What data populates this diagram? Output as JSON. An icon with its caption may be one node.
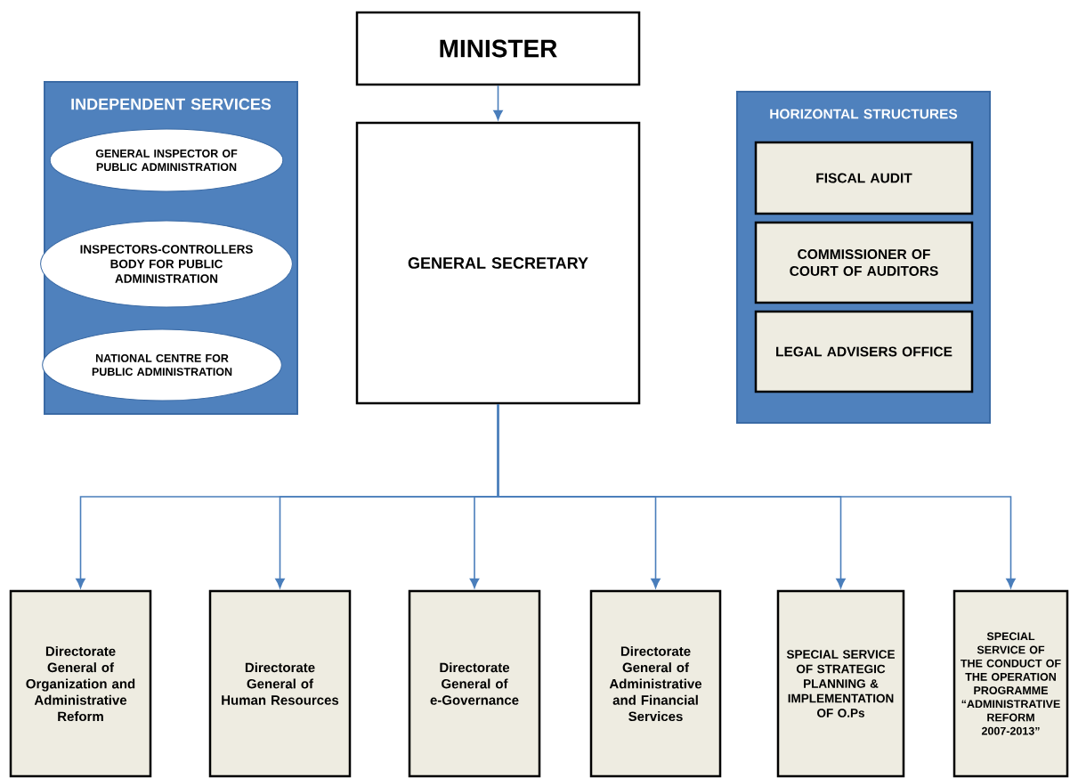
{
  "diagram": {
    "nodes": [
      {
        "text": [
          "MINISTER"
        ]
      },
      {
        "text": [
          "GENERAL SECRETARY"
        ]
      },
      {
        "text": [
          "INDEPENDENT SERVICES"
        ]
      },
      {
        "text": [
          "GENERAL INSPECTOR OF PUBLIC ADMINISTRATION"
        ],
        "in": 2
      },
      {
        "text": [
          "INSPECTORS-CONTROLLERS BODY FOR PUBLIC ADMINISTRATION"
        ],
        "in": 2
      },
      {
        "text": [
          "NATIONAL CENTRE FOR PUBLIC ADMINISTRATION"
        ],
        "in": 2
      },
      {
        "text": [
          "HORIZONTAL STRUCTURES"
        ]
      },
      {
        "text": [
          "FISCAL AUDIT"
        ],
        "in": 6
      },
      {
        "text": [
          "COMMISSIONER OF COURT OF AUDITORS"
        ],
        "in": 6
      },
      {
        "text": [
          "LEGAL ADVISERS OFFICE"
        ],
        "in": 6
      },
      {
        "text": [
          "Directorate General of Organization and Administrative Reform"
        ]
      },
      {
        "text": [
          "Directorate General of Human Resources"
        ]
      },
      {
        "text": [
          "Directorate General of e-Governance"
        ]
      },
      {
        "text": [
          "Directorate General of Administrative and Financial Services"
        ]
      },
      {
        "text": [
          "SPECIAL SERVICE OF STRATEGIC PLANNING & IMPLEMENTATION OF O.Ps"
        ]
      },
      {
        "text": [
          "SPECIAL SERVICE OF THE CONDUCT OF THE OPERATION PROGRAMME “ADMINISTRATIVE REFORM 2007-2013”"
        ]
      }
    ],
    "edges": [
      {
        "from": 0,
        "to": 1,
        "arrow": "to"
      },
      {
        "from": 1,
        "to": 10,
        "arrow": "to"
      },
      {
        "from": 1,
        "to": 11,
        "arrow": "to"
      },
      {
        "from": 1,
        "to": 12,
        "arrow": "to"
      },
      {
        "from": 1,
        "to": 13,
        "arrow": "to"
      },
      {
        "from": 1,
        "to": 14,
        "arrow": "to"
      },
      {
        "from": 1,
        "to": 15,
        "arrow": "to"
      }
    ]
  }
}
